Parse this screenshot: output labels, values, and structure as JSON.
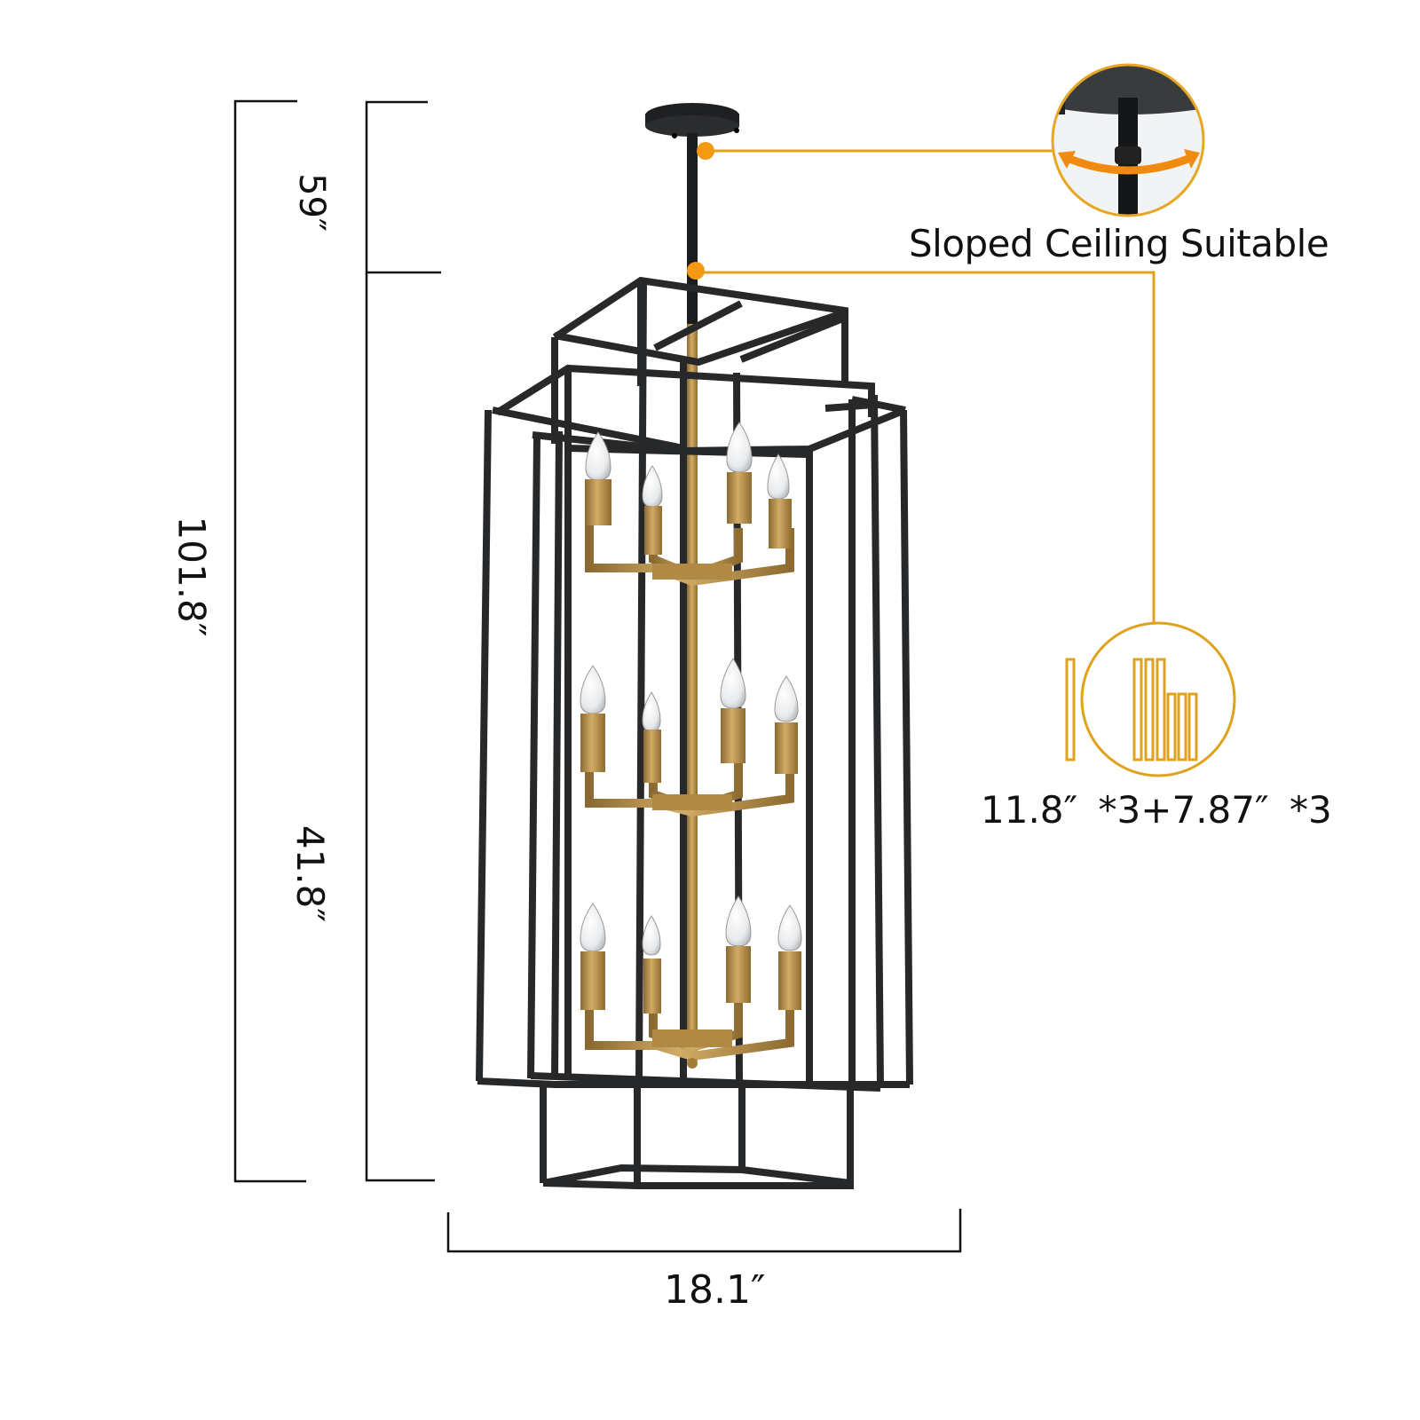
{
  "dimensions": {
    "overall_height": "101.8″",
    "chain_length": "59″",
    "body_height": "41.8″",
    "width": "18.1″"
  },
  "features": {
    "sloped_ceiling": {
      "label": "Sloped Ceiling Suitable",
      "icon": "rotate-arrow-icon"
    },
    "extension_rods": {
      "label": "11.8″ *3+7.87″ *3",
      "icon": "rods-icon"
    }
  },
  "product": {
    "type": "12-light cage chandelier",
    "frame_color": "#2a2c2e",
    "accent_color": "#b8914a",
    "bulbs": 12,
    "tiers": 3
  },
  "colors": {
    "callout": "#f39a12",
    "callout_line": "#e3a11a",
    "icon_outline": "#e0a21c"
  }
}
